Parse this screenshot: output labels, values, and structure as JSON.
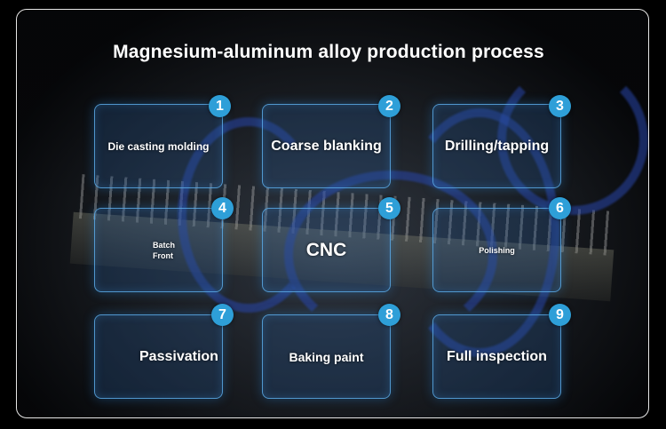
{
  "title": "Magnesium-aluminum alloy production process",
  "steps": [
    {
      "number": "1",
      "label": "Die casting molding"
    },
    {
      "number": "2",
      "label": "Coarse blanking"
    },
    {
      "number": "3",
      "label": "Drilling/tapping"
    },
    {
      "number": "4",
      "label_line1": "Batch",
      "label_line2": "Front"
    },
    {
      "number": "5",
      "label": "CNC"
    },
    {
      "number": "6",
      "label": "Polishing"
    },
    {
      "number": "7",
      "label": "Passivation"
    },
    {
      "number": "8",
      "label": "Baking paint"
    },
    {
      "number": "9",
      "label": "Full inspection"
    }
  ],
  "colors": {
    "badge": "#2e9fd8",
    "card_border": "#5aaae6",
    "frame": "#e8e8e8",
    "text": "#ffffff"
  }
}
